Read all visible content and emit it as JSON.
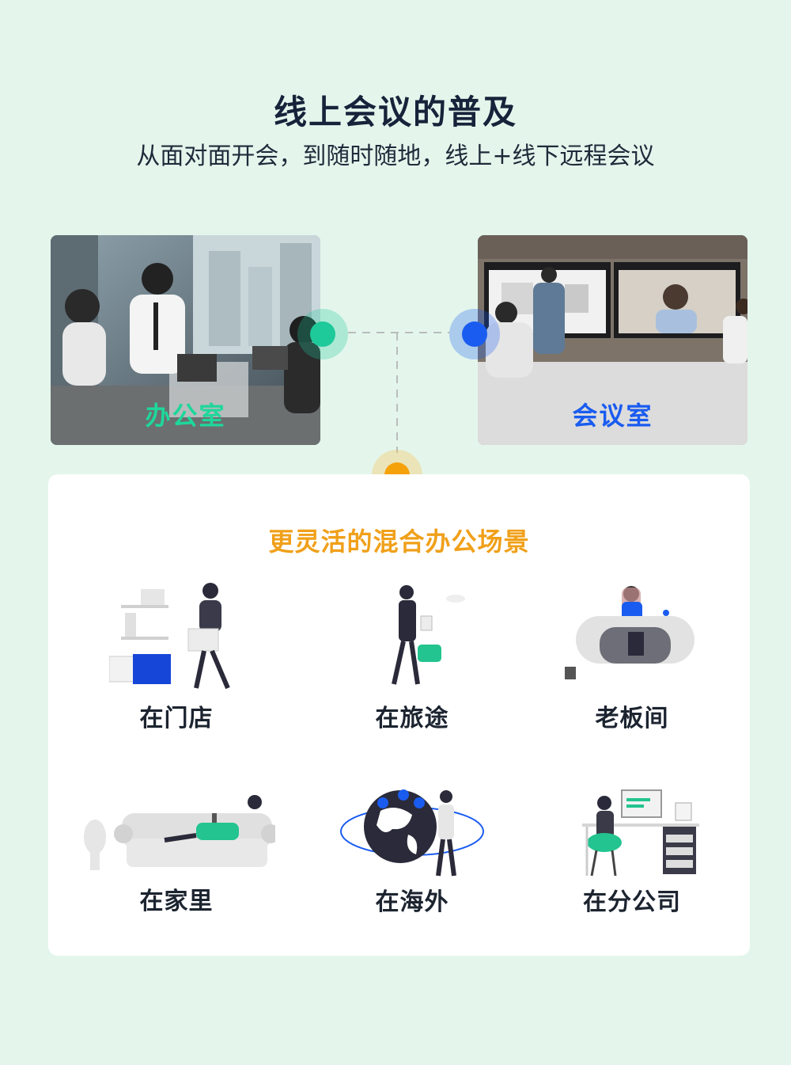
{
  "header": {
    "title": "线上会议的普及",
    "subtitle": "从面对面开会，到随时随地，线上+线下远程会议"
  },
  "photos": {
    "office": {
      "label": "办公室",
      "color": "#1ed79a"
    },
    "meeting_room": {
      "label": "会议室",
      "color": "#1a5cf0"
    }
  },
  "connector": {
    "office_dot_color": "#1ec99a",
    "room_dot_color": "#1a5cf0",
    "hybrid_dot_color": "#f5a10a"
  },
  "hybrid": {
    "title": "更灵活的混合办公场景",
    "scenes": [
      {
        "label": "在门店",
        "icon": "store-person-icon"
      },
      {
        "label": "在旅途",
        "icon": "traveler-icon"
      },
      {
        "label": "老板间",
        "icon": "boss-office-icon"
      },
      {
        "label": "在家里",
        "icon": "home-sofa-icon"
      },
      {
        "label": "在海外",
        "icon": "globe-overseas-icon"
      },
      {
        "label": "在分公司",
        "icon": "branch-office-icon"
      }
    ]
  }
}
